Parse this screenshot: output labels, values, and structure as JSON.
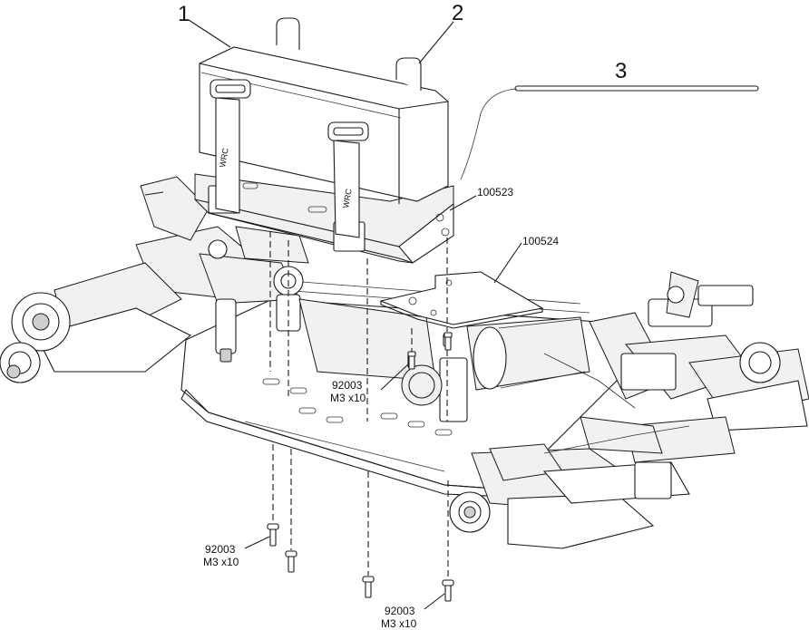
{
  "callouts": {
    "c1": "1",
    "c2": "2",
    "c3": "3"
  },
  "parts": {
    "tray": "100523",
    "plate": "100524",
    "screw_mid_code": "92003",
    "screw_mid_size": "M3 x10",
    "screw_left_code": "92003",
    "screw_left_size": "M3 x10",
    "screw_right_code": "92003",
    "screw_right_size": "M3 x10"
  },
  "strap_logo": "WRC",
  "colors": {
    "line": "#1a1a1a",
    "background": "#ffffff"
  }
}
